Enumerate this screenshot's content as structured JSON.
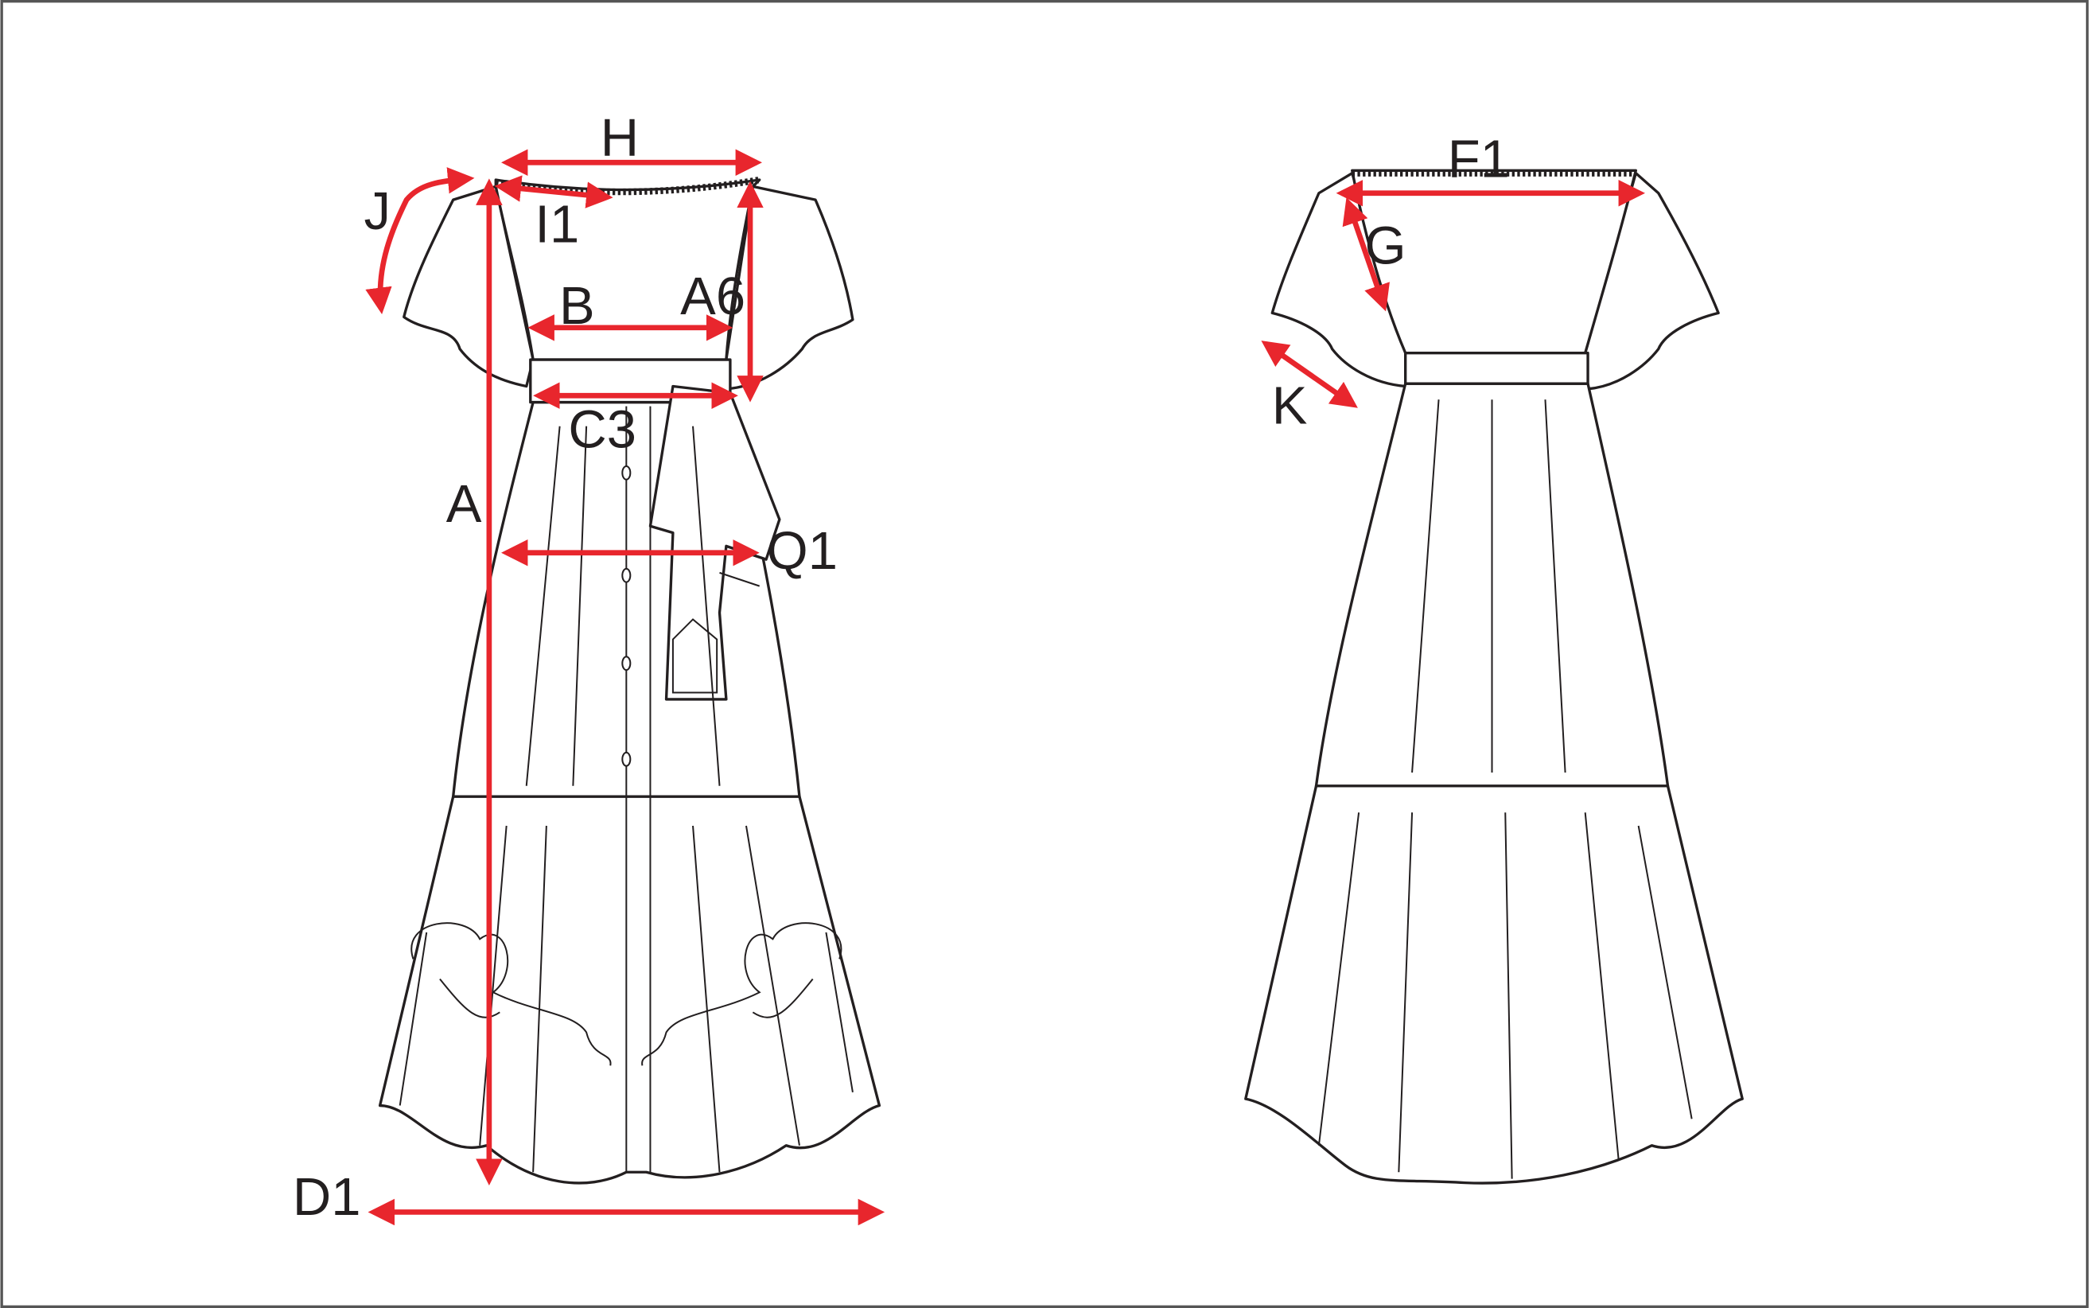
{
  "colors": {
    "measure": "#e8262d",
    "line": "#231f20",
    "border": "#555555"
  },
  "front_view": {
    "labels": {
      "H": "H",
      "J": "J",
      "I1": "I1",
      "B": "B",
      "A6": "A6",
      "C3": "C3",
      "A": "A",
      "Q1": "Q1",
      "D1": "D1"
    }
  },
  "back_view": {
    "labels": {
      "F1": "F1",
      "G": "G",
      "K": "K"
    }
  }
}
